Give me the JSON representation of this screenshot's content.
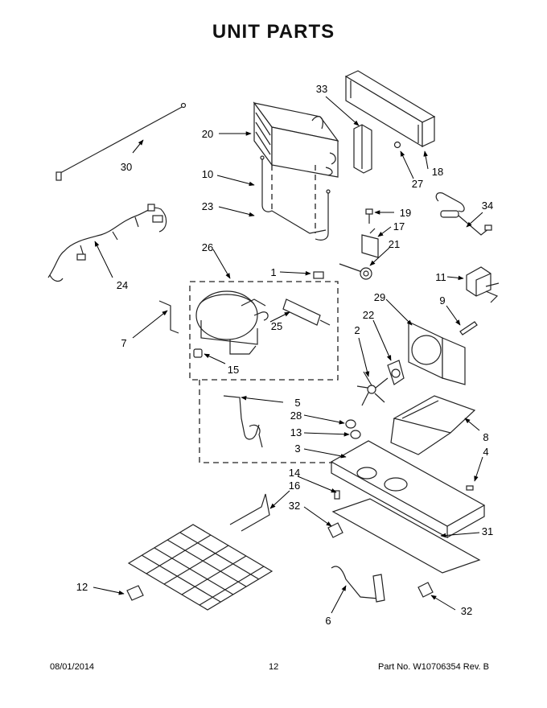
{
  "title": "UNIT PARTS",
  "footer": {
    "date": "08/01/2014",
    "page": "12",
    "part_no": "Part No. W10706354  Rev. B"
  },
  "callouts": {
    "c1": "1",
    "c2": "2",
    "c3": "3",
    "c4": "4",
    "c5": "5",
    "c6": "6",
    "c7": "7",
    "c8": "8",
    "c9": "9",
    "c10": "10",
    "c11": "11",
    "c12": "12",
    "c13": "13",
    "c14": "14",
    "c15": "15",
    "c16": "16",
    "c17": "17",
    "c18": "18",
    "c19": "19",
    "c20": "20",
    "c21": "21",
    "c22": "22",
    "c23": "23",
    "c24": "24",
    "c25": "25",
    "c26": "26",
    "c27": "27",
    "c28": "28",
    "c29": "29",
    "c30": "30",
    "c31": "31",
    "c32a": "32",
    "c32b": "32",
    "c33": "33",
    "c34": "34"
  }
}
